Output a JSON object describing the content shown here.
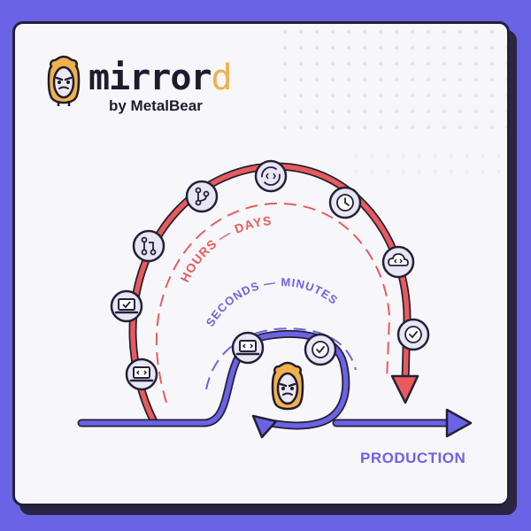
{
  "brand": {
    "name_main": "mirror",
    "name_accent": "d",
    "byline": "by MetalBear",
    "logo_icon": "mirror-face-icon"
  },
  "diagram": {
    "long_loop_label": "HOURS — DAYS",
    "short_loop_label": "SECONDS — MINUTES",
    "destination_label": "PRODUCTION",
    "long_loop_steps": [
      "laptop-code-icon",
      "laptop-check-icon",
      "pull-request-icon",
      "git-branch-icon",
      "code-cycle-icon",
      "clock-icon",
      "cloud-code-icon",
      "check-circle-icon"
    ],
    "short_loop_steps": [
      "laptop-code-icon",
      "check-circle-icon",
      "mirror-face-icon"
    ]
  },
  "colors": {
    "background": "#6b63e6",
    "long_loop": "#e95b5b",
    "short_loop": "#6b63e6",
    "outline": "#232036",
    "accent": "#f0b14b"
  }
}
